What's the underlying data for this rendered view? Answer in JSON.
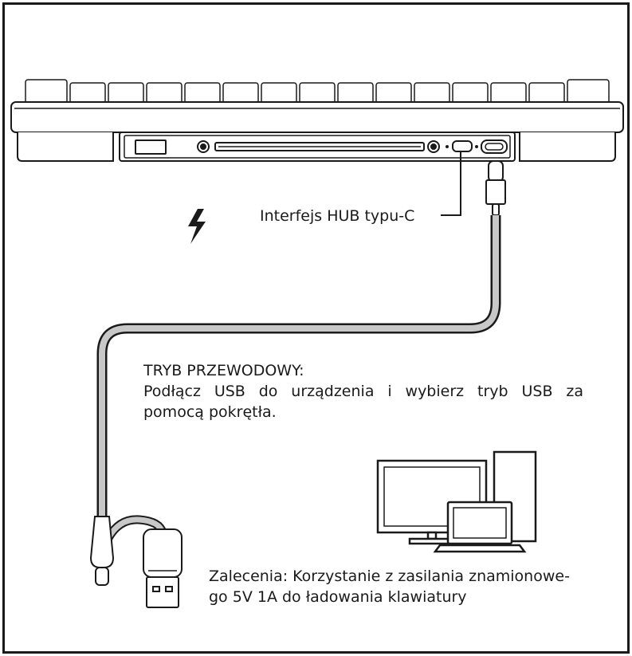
{
  "labels": {
    "hub_port": "Interfejs HUB typu-C",
    "wired_mode_title": "TRYB PRZEWODOWY:",
    "wired_mode_line1": "Podłącz USB do urządzenia i wybierz tryb USB za",
    "wired_mode_line2": "pomocą pokrętła.",
    "recommendation_line1": "Zalecenia: Korzystanie z zasilania znamionowe-",
    "recommendation_line2": "go 5V 1A  do ładowania klawiatury"
  },
  "icons": {
    "charge": "lightning-bolt-icon",
    "keyboard": "keyboard-icon",
    "cable": "usb-cable-icon",
    "usb_c_plug": "usb-c-plug-icon",
    "usb_a_plug": "usb-a-plug-icon",
    "computer": "desktop-computer-icon",
    "laptop": "laptop-icon"
  },
  "colors": {
    "line": "#1a1a1a",
    "cable_fill": "#c8c8c8",
    "background": "#ffffff"
  }
}
